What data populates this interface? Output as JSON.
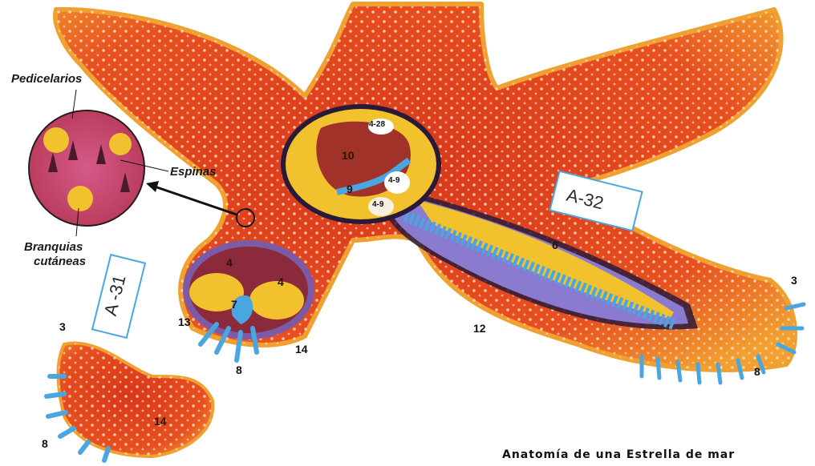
{
  "title": "Anatomía de una Estrella de mar",
  "labels": {
    "pedicelarios": "Pedicelarios",
    "espinas": "Espinas",
    "branquias_1": "Branquias",
    "branquias_2": "cutáneas"
  },
  "tags": {
    "a31": "A -31",
    "a32": "A-32"
  },
  "numbers": {
    "n3_left": "3",
    "n3_right": "3",
    "n4_a": "4",
    "n4_b": "4",
    "n6": "6",
    "n7": "7",
    "n8_left": "8",
    "n8_mid": "8",
    "n8_right": "8",
    "n9": "9",
    "n10": "10",
    "n12": "12",
    "n13": "13",
    "n14_a": "14",
    "n14_b": "14",
    "n428": "4-28",
    "n49a": "4-9",
    "n49b": "4-9"
  },
  "colors": {
    "body": "#e8501f",
    "body_edge": "#f0a030",
    "dots": "#f6dcc0",
    "canal_blue": "#4aa6e0",
    "gonad_yellow": "#f2c12e",
    "cavity_violet": "#8a7bd0",
    "stomach": "#a1322a"
  }
}
